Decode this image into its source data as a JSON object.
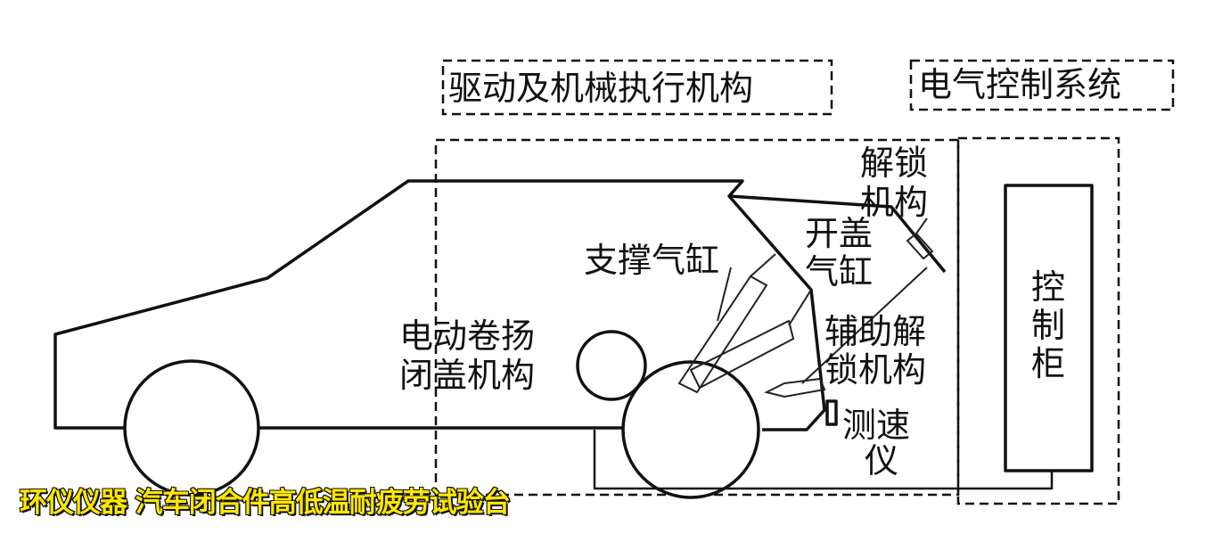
{
  "boxes": {
    "drive": "驱动及机械执行机构",
    "electrical": "电气控制系统"
  },
  "labels": {
    "support_cylinder": "支撑气缸",
    "open_cylinder_1": "开盖",
    "open_cylinder_2": "气缸",
    "unlock_1": "解锁",
    "unlock_2": "机构",
    "winch_1": "电动卷扬",
    "winch_2": "闭盖机构",
    "aux_unlock_1": "辅助解",
    "aux_unlock_2": "锁机构",
    "speed_1": "测速",
    "speed_2": "仪",
    "cabinet": [
      "控",
      "制",
      "柜"
    ]
  },
  "caption": "环仪仪器 汽车闭合件高低温耐疲劳试验台"
}
